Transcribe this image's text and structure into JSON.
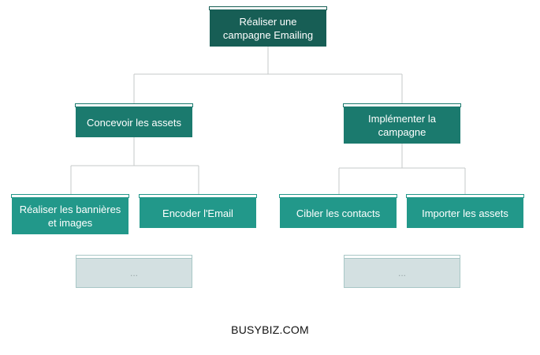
{
  "diagram": {
    "root": {
      "label": "Réaliser une campagne Emailing"
    },
    "branch_left": {
      "label": "Concevoir les assets"
    },
    "branch_right": {
      "label": "Implémenter la campagne"
    },
    "leaf_left_1": {
      "label": "Réaliser les bannières et images"
    },
    "leaf_left_2": {
      "label": "Encoder l'Email"
    },
    "leaf_right_1": {
      "label": "Cibler les contacts"
    },
    "leaf_right_2": {
      "label": "Importer les assets"
    },
    "more_left": {
      "label": "..."
    },
    "more_right": {
      "label": "..."
    }
  },
  "footer": {
    "text": "BUSYBIZ.COM"
  },
  "colors": {
    "root": "#175e55",
    "branch": "#1b7a6e",
    "leaf": "#22988a",
    "placeholder": "#d3e0e1",
    "connector": "#c5c9c9"
  }
}
